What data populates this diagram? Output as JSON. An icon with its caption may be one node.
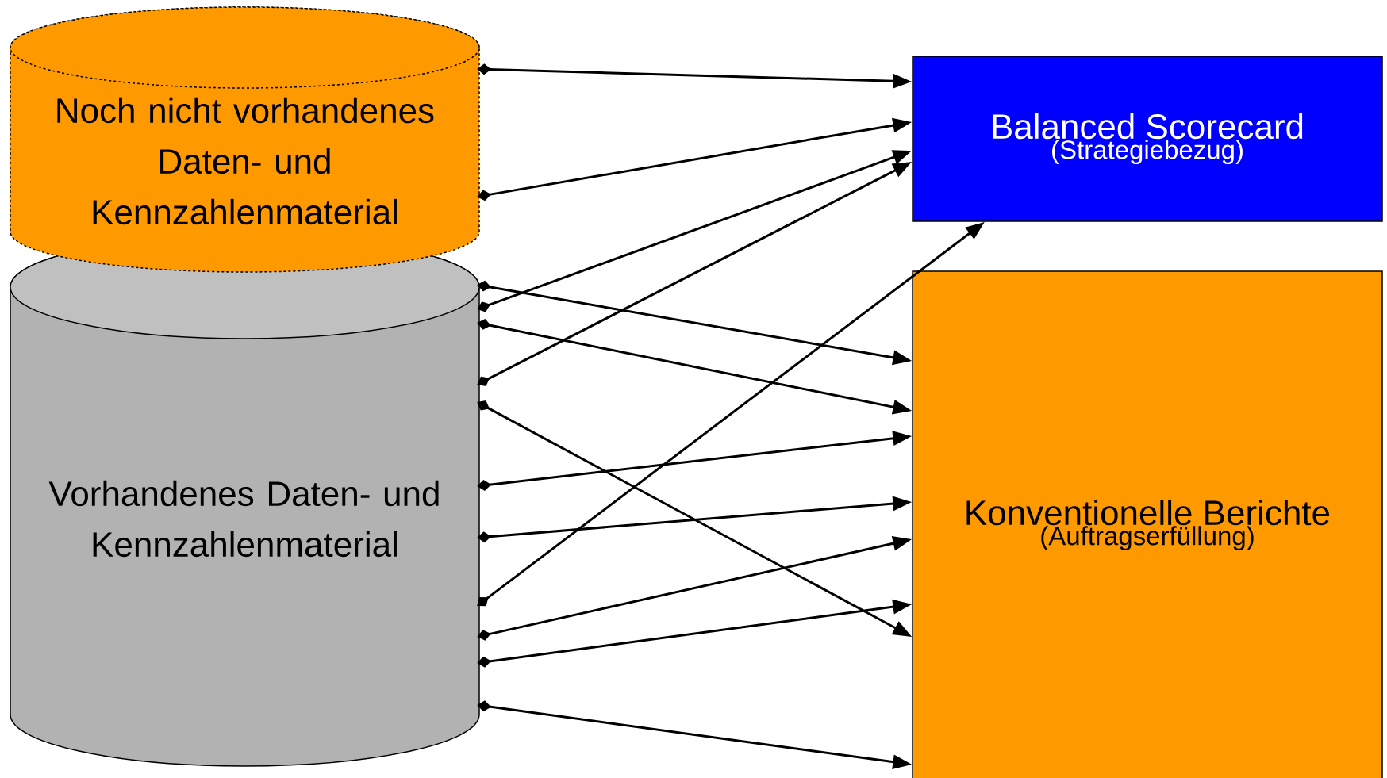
{
  "diagram": {
    "nodes": [
      {
        "text": [
          "Noch nicht vorhandenes Daten- und Kennzahlenmaterial"
        ]
      },
      {
        "text": [
          "Vorhandenes Daten- und Kennzahlenmaterial"
        ]
      },
      {
        "text": [
          "Balanced Scorecard",
          "(Strategiebezug)"
        ]
      },
      {
        "text": [
          "Konventionelle Berichte",
          "(Auftragserfüllung)"
        ]
      }
    ],
    "edges": [
      {
        "from": 0,
        "to": 2,
        "arrow": "to"
      },
      {
        "from": 0,
        "to": 2,
        "arrow": "to"
      },
      {
        "from": 1,
        "to": 2,
        "arrow": "to"
      },
      {
        "from": 1,
        "to": 3,
        "arrow": "to"
      },
      {
        "from": 1,
        "to": 3,
        "arrow": "to"
      },
      {
        "from": 1,
        "to": 2,
        "arrow": "to"
      },
      {
        "from": 1,
        "to": 3,
        "arrow": "to"
      },
      {
        "from": 1,
        "to": 3,
        "arrow": "to"
      },
      {
        "from": 1,
        "to": 3,
        "arrow": "to"
      },
      {
        "from": 1,
        "to": 2,
        "arrow": "to"
      },
      {
        "from": 1,
        "to": 3,
        "arrow": "to"
      },
      {
        "from": 1,
        "to": 3,
        "arrow": "to"
      },
      {
        "from": 1,
        "to": 3,
        "arrow": "to"
      }
    ]
  }
}
